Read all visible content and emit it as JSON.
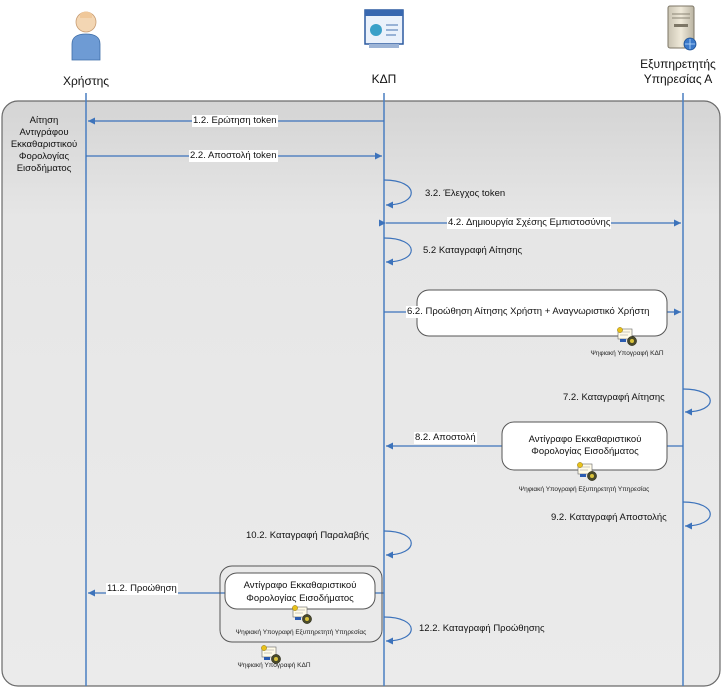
{
  "actors": {
    "user": "Χρήστης",
    "kdp": "ΚΔΠ",
    "service_line1": "Εξυπηρετητής",
    "service_line2": "Υπηρεσίας Α"
  },
  "user_note": [
    "Αίτηση",
    "Αντιγράφου",
    "Εκκαθαριστικού",
    "Φορολογίας",
    "Εισοδήματος"
  ],
  "messages": {
    "m1": "1.2. Ερώτηση token",
    "m2": "2.2. Αποστολή token",
    "m3": "3.2. Έλεγχος token",
    "m4": "4.2. Δημιουργία Σχέσης Εμπιστοσύνης",
    "m5": "5.2 Καταγραφή Αίτησης",
    "m6": "6.2. Προώθηση Αίτησης Χρήστη + Αναγνωριστικό Χρήστη",
    "m7": "7.2. Καταγραφή Αίτησης",
    "m8": "8.2. Αποστολή",
    "m9": "9.2. Καταγραφή Αποστολής",
    "m10": "10.2. Καταγραφή Παραλαβής",
    "m11": "11.2. Προώθηση",
    "m12": "12.2. Καταγραφή Προώθησης"
  },
  "documents": {
    "doc_line1": "Αντίγραφο Εκκαθαριστικού",
    "doc_line2": "Φορολογίας Εισοδήματος"
  },
  "signatures": {
    "kdp": "Ψηφιακή Υπογραφή ΚΔΠ",
    "service": "Ψηφιακή Υπογραφή Εξυπηρετητή Υπηρεσίας"
  },
  "colors": {
    "lifeline": "#4a7fc1",
    "frame_fill": "#e4e4e4",
    "frame_border": "#666666"
  }
}
